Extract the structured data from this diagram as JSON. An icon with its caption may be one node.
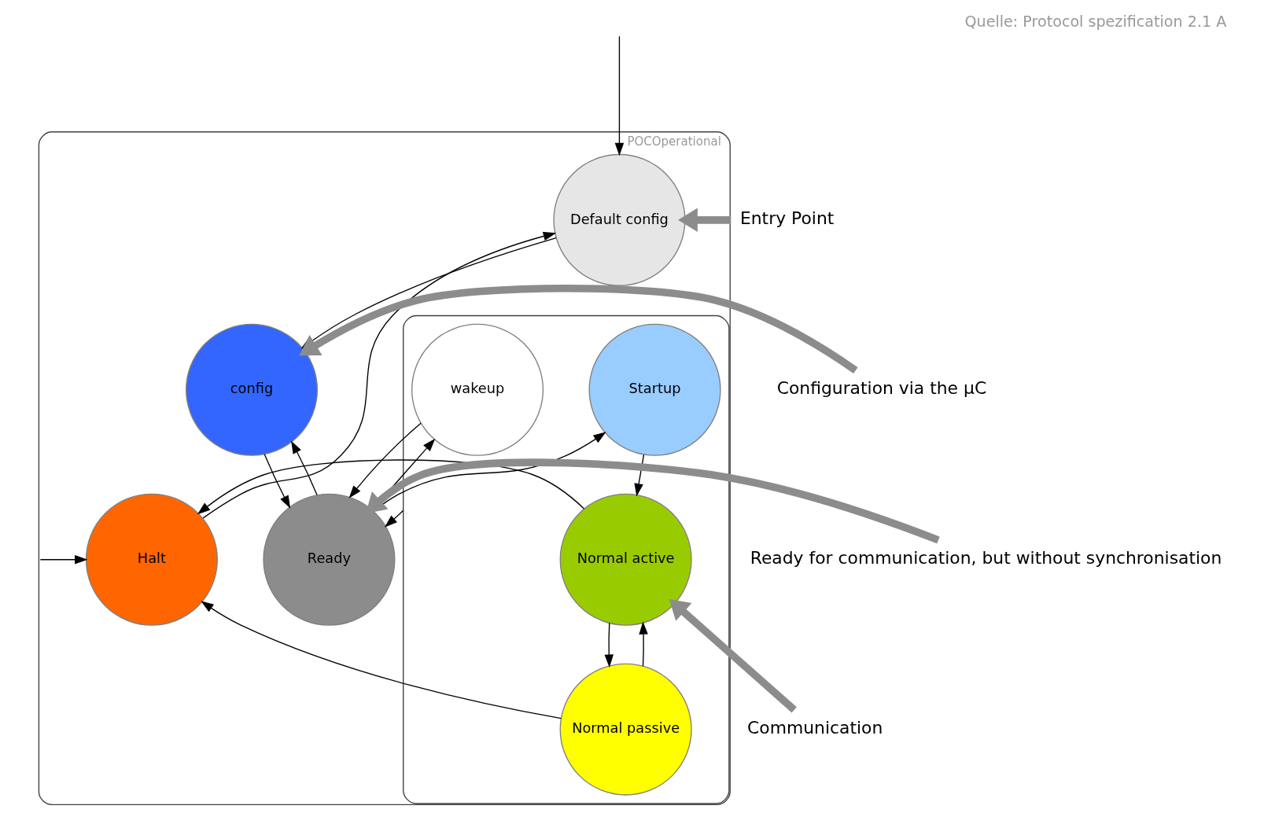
{
  "diagram": {
    "caption": "Quelle: Protocol spezification 2.1 A",
    "nodes": [
      {
        "text": [
          "POCOperational"
        ]
      },
      {
        "text": [
          "Default config"
        ],
        "in": 0
      },
      {
        "text": [
          "config"
        ],
        "in": 0
      },
      {
        "text": [
          "Ready"
        ],
        "in": 0
      },
      {
        "text": [],
        "shape": "box",
        "in": 0
      },
      {
        "text": [
          "wakeup"
        ],
        "in": 4
      },
      {
        "text": [
          "Startup"
        ],
        "in": 4
      },
      {
        "text": [
          "Normal active"
        ],
        "in": 4
      },
      {
        "text": [
          "Normal passive"
        ],
        "in": 4
      },
      {
        "text": [
          "Halt"
        ],
        "in": 0
      },
      {
        "text": [
          "Entry Point"
        ]
      },
      {
        "text": [
          "Configuration via the µC"
        ]
      },
      {
        "text": [
          "Ready for communication, but without synchronisation"
        ]
      },
      {
        "text": [
          "Communication"
        ]
      }
    ],
    "edges": [
      {
        "from": null,
        "to": 1,
        "arrow": "to"
      },
      {
        "from": 1,
        "to": 2,
        "arrow": "to"
      },
      {
        "from": 2,
        "to": 3,
        "arrow": "to"
      },
      {
        "from": 3,
        "to": 2,
        "arrow": "to"
      },
      {
        "from": 3,
        "to": 6,
        "arrow": "to"
      },
      {
        "from": 3,
        "to": 5,
        "arrow": "to"
      },
      {
        "from": 5,
        "to": 3,
        "arrow": "to"
      },
      {
        "from": 6,
        "to": 7,
        "arrow": "to"
      },
      {
        "from": 7,
        "to": 8,
        "arrow": "to"
      },
      {
        "from": 8,
        "to": 7,
        "arrow": "to"
      },
      {
        "from": 7,
        "to": 9,
        "arrow": "to"
      },
      {
        "from": 8,
        "to": 9,
        "arrow": "to"
      },
      {
        "from": 9,
        "to": 1,
        "arrow": "to"
      },
      {
        "from": 0,
        "to": 9,
        "arrow": "to"
      },
      {
        "from": 4,
        "to": 3,
        "arrow": "to"
      },
      {
        "from": 10,
        "to": 1,
        "arrow": "to",
        "style": "thick",
        "color": "#8c8c8c"
      },
      {
        "from": 11,
        "to": 2,
        "arrow": "to",
        "style": "thick",
        "color": "#8c8c8c"
      },
      {
        "from": 12,
        "to": 3,
        "arrow": "to",
        "style": "thick",
        "color": "#8c8c8c"
      },
      {
        "from": 13,
        "to": 7,
        "arrow": "to",
        "style": "thick",
        "color": "#8c8c8c"
      }
    ]
  }
}
